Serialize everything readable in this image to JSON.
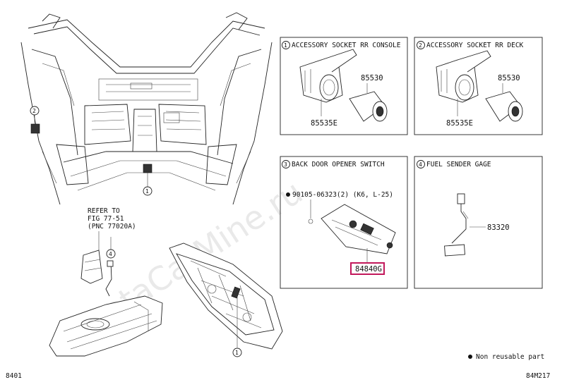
{
  "watermark": "ToyotaCarMine.ru",
  "panels": [
    {
      "num": "1",
      "title": "ACCESSORY SOCKET RR CONSOLE",
      "parts": [
        "85530",
        "85535E"
      ]
    },
    {
      "num": "2",
      "title": "ACCESSORY SOCKET RR DECK",
      "parts": [
        "85530",
        "85535E"
      ]
    },
    {
      "num": "3",
      "title": "BACK DOOR OPENER SWITCH",
      "parts": [
        "90105-06323(2) (K6, L-25)",
        "84840G"
      ]
    },
    {
      "num": "4",
      "title": "FUEL SENDER GAGE",
      "parts": [
        "83320"
      ]
    }
  ],
  "callouts": {
    "c1": "1",
    "c2": "2",
    "c3": "1",
    "c4": "4"
  },
  "refer": {
    "line1": "REFER TO",
    "line2": "FIG 77-51",
    "line3": "(PNC 77020A)"
  },
  "legend": {
    "text": "Non reusable part"
  },
  "footer": {
    "left": "8401",
    "right": "84M217"
  },
  "colors": {
    "highlight": "#c2185b",
    "ink": "#222222"
  }
}
